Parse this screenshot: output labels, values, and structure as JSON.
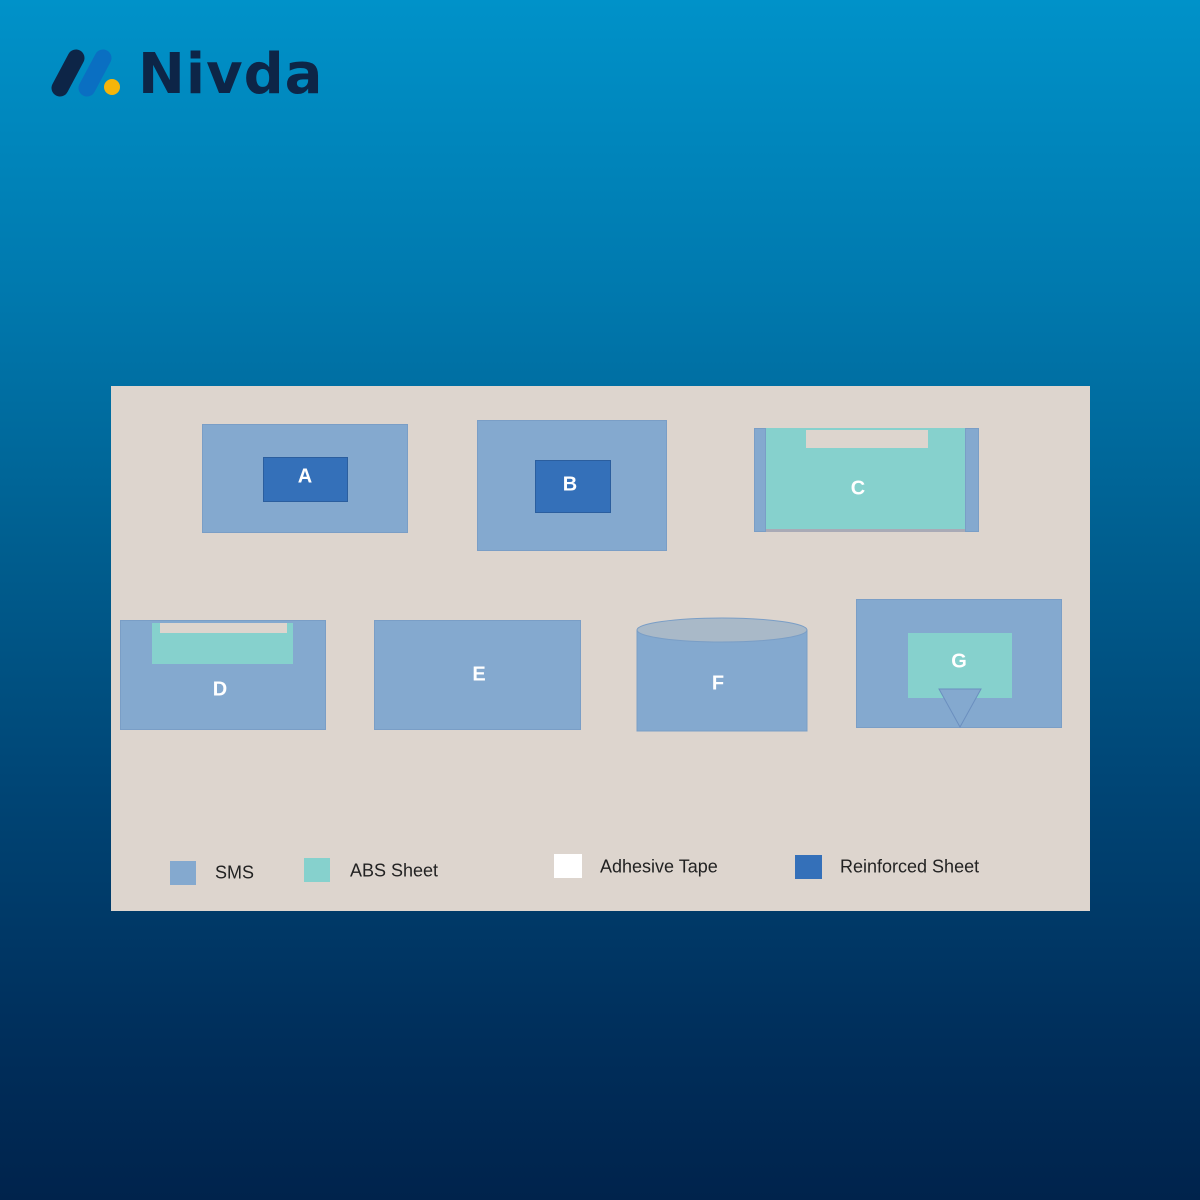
{
  "brand": {
    "name": "Nivda",
    "colors": {
      "dark": "#0d2547",
      "blue": "#0a6fc2",
      "dot": "#f5b50a"
    }
  },
  "diagram": {
    "shapes": [
      {
        "label": "A"
      },
      {
        "label": "B"
      },
      {
        "label": "C"
      },
      {
        "label": "D"
      },
      {
        "label": "E"
      },
      {
        "label": "F"
      },
      {
        "label": "G"
      }
    ],
    "legend": [
      {
        "label": "SMS",
        "color": "#84a9cf"
      },
      {
        "label": "ABS Sheet",
        "color": "#86d1cd"
      },
      {
        "label": "Adhesive Tape",
        "color": "#ffffff"
      },
      {
        "label": "Reinforced Sheet",
        "color": "#3470b9"
      }
    ]
  }
}
